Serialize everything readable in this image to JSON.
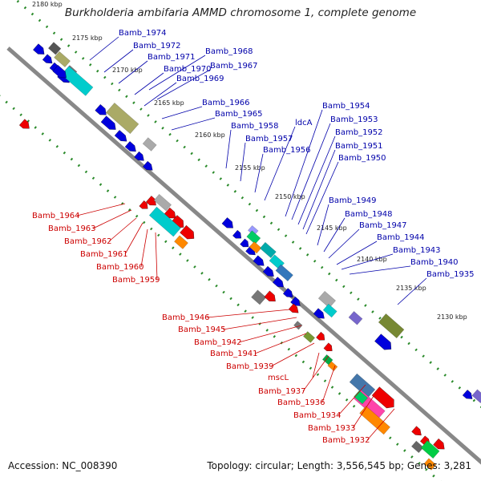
{
  "header": {
    "title": "Burkholderia ambifaria AMMD chromosome 1, complete genome"
  },
  "footer": {
    "accession": "Accession: NC_008390",
    "summary": "Topology: circular; Length: 3,556,545 bp; Genes: 3,281"
  },
  "scale": {
    "ticks": [
      "2180 kbp",
      "2175 kbp",
      "2170 kbp",
      "2165 kbp",
      "2160 kbp",
      "2155 kbp",
      "2150 kbp",
      "2145 kbp",
      "2140 kbp",
      "2135 kbp",
      "2130 kbp"
    ]
  },
  "labels": {
    "top": [
      "Bamb_1974",
      "Bamb_1972",
      "Bamb_1971",
      "Bamb_1968",
      "Bamb_1967",
      "Bamb_1970",
      "Bamb_1969",
      "Bamb_1966",
      "Bamb_1965",
      "Bamb_1958",
      "Bamb_1957",
      "Bamb_1956",
      "ldcA",
      "Bamb_1954",
      "Bamb_1953",
      "Bamb_1952",
      "Bamb_1951",
      "Bamb_1950",
      "Bamb_1949",
      "Bamb_1948",
      "Bamb_1947",
      "Bamb_1944",
      "Bamb_1943",
      "Bamb_1940",
      "Bamb_1935"
    ],
    "bottom": [
      "Bamb_1964",
      "Bamb_1963",
      "Bamb_1962",
      "Bamb_1961",
      "Bamb_1960",
      "Bamb_1959",
      "Bamb_1946",
      "Bamb_1945",
      "Bamb_1942",
      "Bamb_1941",
      "Bamb_1939",
      "mscL",
      "Bamb_1937",
      "Bamb_1936",
      "Bamb_1934",
      "Bamb_1933",
      "Bamb_1932"
    ]
  },
  "colors": {
    "forward": "#0000dd",
    "reverse": "#ee0000",
    "backbone": "#888888",
    "tickmark": "#2a8a2a",
    "label_top": "#0000aa",
    "label_bottom": "#cc0000"
  }
}
